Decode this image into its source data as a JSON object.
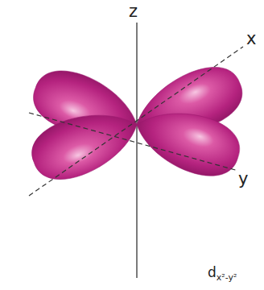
{
  "diagram": {
    "labels": [
      "z",
      "x",
      "y",
      "d",
      "x²-y²"
    ]
  }
}
